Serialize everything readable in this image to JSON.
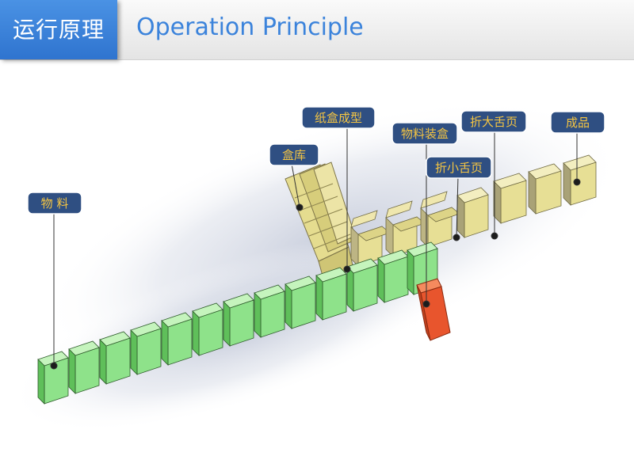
{
  "header": {
    "title_cn": "运行原理",
    "title_en": "Operation Principle"
  },
  "labels": [
    {
      "id": "material",
      "text": "物 料"
    },
    {
      "id": "box-storage",
      "text": "盒库"
    },
    {
      "id": "carton-forming",
      "text": "纸盒成型"
    },
    {
      "id": "material-loading",
      "text": "物料装盒"
    },
    {
      "id": "fold-small-flap",
      "text": "折小舌页"
    },
    {
      "id": "fold-large-flap",
      "text": "折大舌页"
    },
    {
      "id": "finished-product",
      "text": "成品"
    }
  ],
  "colors": {
    "label_bg": "#2f4f82",
    "label_text": "#f5c542",
    "material_block": "#8ee28a",
    "carton": "#e7df95",
    "rejected_block": "#ef6a3c",
    "accent": "#3b83db"
  }
}
